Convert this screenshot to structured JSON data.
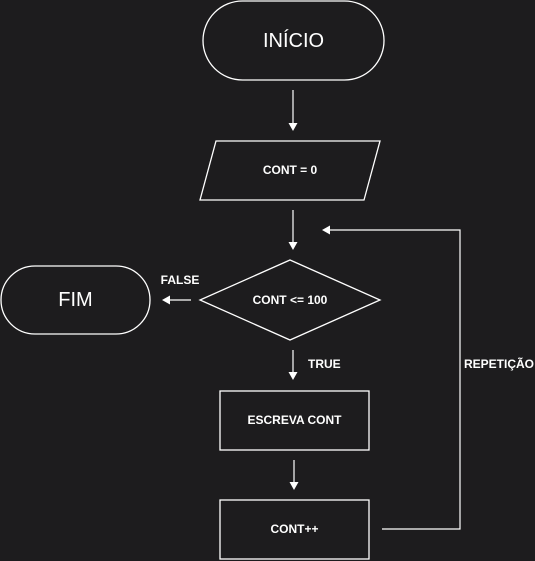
{
  "diagram": {
    "nodes": {
      "inicio": "INÍCIO",
      "assign": "CONT = 0",
      "decision": "CONT <= 100",
      "fim": "FIM",
      "escreva": "ESCREVA CONT",
      "increment": "CONT++"
    },
    "edge_labels": {
      "false": "FALSE",
      "true": "TRUE",
      "loop": "REPETIÇÃO"
    }
  },
  "colors": {
    "background": "#1d1c1e",
    "stroke": "#ffffff",
    "text": "#ffffff"
  }
}
